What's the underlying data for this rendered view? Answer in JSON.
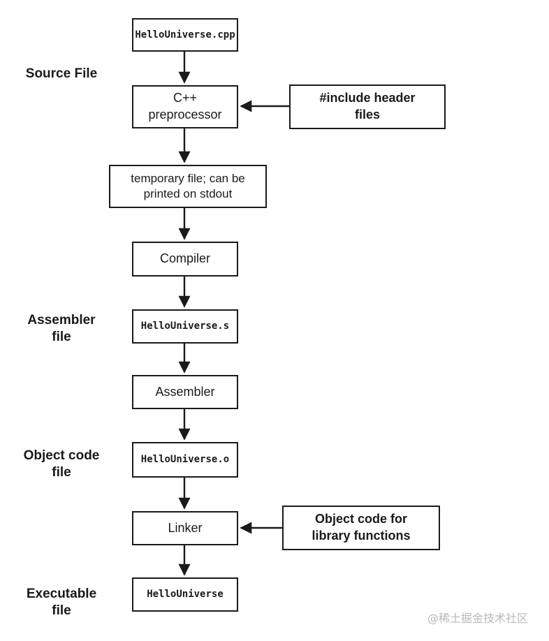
{
  "diagram": {
    "stage_labels": {
      "source_file": "Source File",
      "assembler_file": [
        "Assembler",
        "file"
      ],
      "object_code_file": [
        "Object code",
        "file"
      ],
      "executable_file": [
        "Executable",
        "file"
      ]
    },
    "nodes": {
      "cpp_file": "HelloUniverse.cpp",
      "preprocessor": [
        "C++",
        "preprocessor"
      ],
      "temp_file": [
        "temporary file; can be",
        "printed on stdout"
      ],
      "compiler": "Compiler",
      "asm_file": "HelloUniverse.s",
      "assembler": "Assembler",
      "obj_file": "HelloUniverse.o",
      "linker": "Linker",
      "exe_file": "HelloUniverse"
    },
    "inputs": {
      "include_headers": [
        "#include header",
        "files"
      ],
      "object_code_libs": [
        "Object code for",
        "library functions"
      ]
    },
    "colors": {
      "line": "#1a1a1a",
      "background": "#ffffff",
      "watermark": "#b9b9b9"
    },
    "watermark": "@稀土掘金技术社区"
  }
}
